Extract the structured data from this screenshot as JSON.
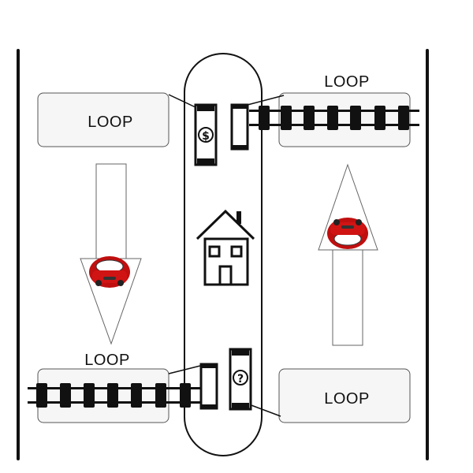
{
  "labels": {
    "loop_top_left": "LOOP",
    "loop_top_right": "LOOP",
    "loop_bottom_left": "LOOP",
    "loop_bottom_right": "LOOP"
  },
  "icons": {
    "money": "$",
    "question": "?"
  },
  "colors": {
    "car": "#d01414",
    "line": "#111111",
    "box_fill": "#f6f6f6"
  }
}
